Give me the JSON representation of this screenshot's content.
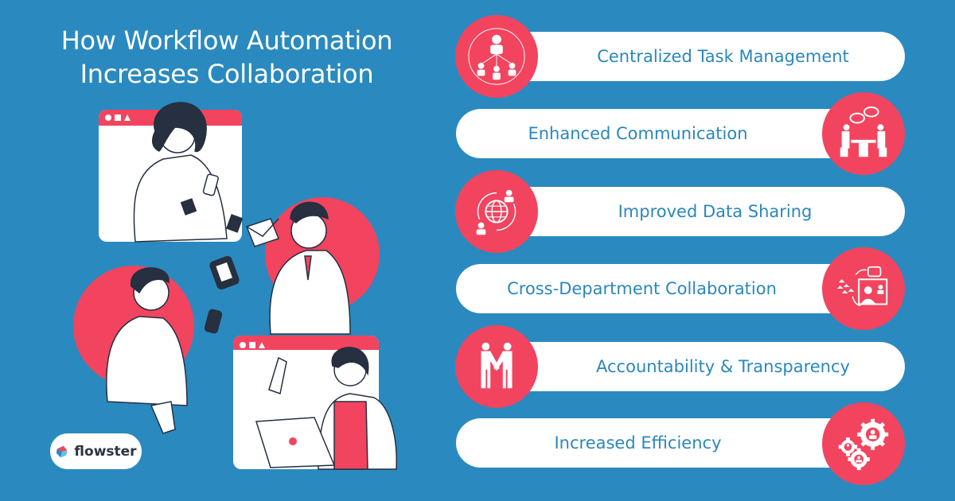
{
  "title": {
    "line1": "How Workflow Automation",
    "line2": "Increases Collaboration"
  },
  "colors": {
    "background": "#2a8abf",
    "accent": "#f2445e",
    "pill": "#ffffff",
    "pill_text": "#2a87bd",
    "ink": "#263040"
  },
  "items": [
    {
      "label": "Centralized Task Management",
      "icon": "org-chart-icon",
      "icon_side": "left"
    },
    {
      "label": "Enhanced Communication",
      "icon": "meeting-chat-icon",
      "icon_side": "right"
    },
    {
      "label": "Improved Data Sharing",
      "icon": "globe-share-icon",
      "icon_side": "left"
    },
    {
      "label": "Cross-Department Collaboration",
      "icon": "video-conference-icon",
      "icon_side": "right"
    },
    {
      "label": "Accountability & Transparency",
      "icon": "handshake-icon",
      "icon_side": "left"
    },
    {
      "label": "Increased Efficiency",
      "icon": "gears-people-icon",
      "icon_side": "right"
    }
  ],
  "logo": {
    "name": "flowster"
  }
}
